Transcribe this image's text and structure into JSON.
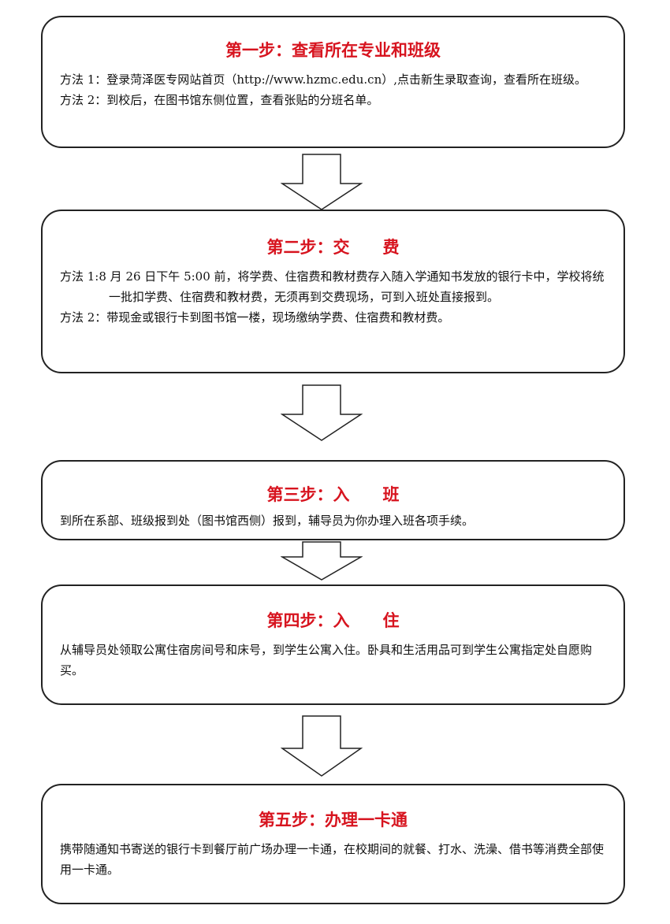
{
  "steps": [
    {
      "title": "第一步：查看所在专业和班级",
      "lines": [
        "方法 1：登录菏泽医专网站首页（http://www.hzmc.edu.cn）,点击新生录取查询，查看所在班级。",
        "方法 2：到校后，在图书馆东侧位置，查看张贴的分班名单。"
      ]
    },
    {
      "title": "第二步：交　　费",
      "lines": [
        "方法 1:8 月 26 日下午 5:00 前，将学费、住宿费和教材费存入随入学通知书发放的银行卡中，学校将统一批扣学费、住宿费和教材费，无须再到交费现场，可到入班处直接报到。",
        "方法 2：带现金或银行卡到图书馆一楼，现场缴纳学费、住宿费和教材费。"
      ]
    },
    {
      "title": "第三步：入　　班",
      "lines": [
        "到所在系部、班级报到处（图书馆西侧）报到，辅导员为你办理入班各项手续。"
      ]
    },
    {
      "title": "第四步：入　　住",
      "lines": [
        "从辅导员处领取公寓住宿房间号和床号，到学生公寓入住。卧具和生活用品可到学生公寓指定处自愿购买。"
      ]
    },
    {
      "title": "第五步：办理一卡通",
      "lines": [
        "携带随通知书寄送的银行卡到餐厅前广场办理一卡通，在校期间的就餐、打水、洗澡、借书等消费全部使用一卡通。"
      ]
    }
  ],
  "colors": {
    "title": "#d7141f",
    "border": "#222222"
  }
}
